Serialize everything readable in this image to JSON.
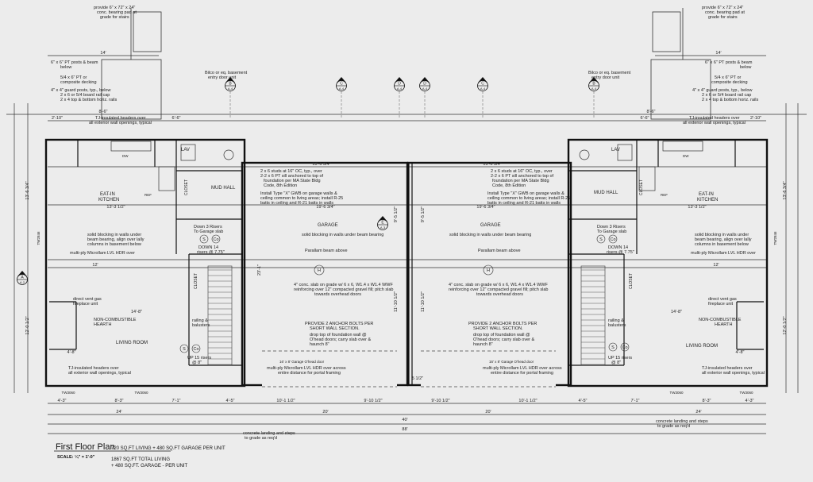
{
  "title_block": {
    "title": "First Floor Plan",
    "area_per_unit": "720 SQ.FT LIVING + 480 SQ.FT GARAGE PER UNIT",
    "scale": "SCALE: ¼\" = 1'-0\"",
    "total_line1": "1867 SQ.FT TOTAL LIVING",
    "total_line2": "+ 480 SQ.FT. GARAGE - PER UNIT"
  },
  "rooms": {
    "kitchen_l1": "EAT-IN",
    "kitchen_l2": "KITCHEN",
    "living": "LIVING ROOM",
    "garage": "GARAGE",
    "mud_hall": "MUD HALL",
    "lav": "LAV",
    "closet": "CLOSET",
    "dw": "DW",
    "ref": "REF"
  },
  "notes": {
    "stair_pad": [
      "provide 6\" x 72\" x 24\"",
      "conc. bearing pad at",
      "grade for stairs"
    ],
    "posts_beam": [
      "6\" x 6\" PT posts & beam",
      "below"
    ],
    "decking": [
      "5/4 x 6\" PT or",
      "composite decking"
    ],
    "guard_posts": [
      "4\" x 4\" guard posts, typ., below",
      "2 x 6 or 5/4 board rail cap",
      "2 x 4 top & bottom horiz. rails"
    ],
    "basement_door": [
      "Bilco or eq. basement",
      "entry door unit"
    ],
    "headers": [
      "TJ-insulated headers over",
      "all exterior wall openings, typical"
    ],
    "studs": [
      "2 x 6 studs at 16\" OC, typ., over",
      "2-2 x 6 PT sill anchored to top of",
      "foundation per MA State Bldg",
      "Code, 8th Edition"
    ],
    "drywall": [
      "Install Type \"X\" GWB on garage walls &",
      "ceiling common to living areas; install R-25",
      "batts in ceiling and R-21 batts in walls"
    ],
    "down_garage": [
      "Down 3 Risers",
      "To Garage slab"
    ],
    "blocking_basement": [
      "solid blocking in walls under",
      "beam bearing, align over lally",
      "columns in basement below"
    ],
    "lvl_over": "multi-ply Microllam LVL HDR over",
    "blocking_beam": "solid blocking in walls under beam bearing",
    "parallam": "Parallam beam above",
    "slab": [
      "4\" conc. slab on grade w/ 6 x 6, W1.4 x W1.4 WWF",
      "reinforcing over 12\" compacted gravel fill; pitch slab",
      "towards overhead doors"
    ],
    "anchor_bolts": [
      "PROVIDE 2 ANCHOR BOLTS PER",
      "SHORT WALL SECTION."
    ],
    "foundation_drop": [
      "drop top of foundation wall @",
      "O'head doors; carry slab over &",
      "haunch 8\""
    ],
    "door_size": "16' x 8' Garage O'head door",
    "portal": [
      "multi-ply Microllam LVL HDR over across",
      "entire distance for portal framing"
    ],
    "fireplace": [
      "direct vent gas",
      "fireplace unit"
    ],
    "hearth": [
      "NON-COMBUSTIBLE",
      "HEARTH"
    ],
    "railing": [
      "railing &",
      "balusters"
    ],
    "up_risers": [
      "UP 15 risers",
      "@ 8\""
    ],
    "down_risers": [
      "DOWN 14",
      "risers @ 7.75\""
    ],
    "landing": [
      "concrete landing and steps",
      "to grade as req'd"
    ]
  },
  "symbols": {
    "smoke": "S",
    "co": "Co",
    "heat": "H",
    "markers": [
      "A-4",
      "A-4",
      "A-4",
      "A-4",
      "A-4",
      "A-4",
      "A-3",
      "A-2"
    ],
    "marker_letters": [
      "B",
      "C",
      "D",
      "D",
      "C",
      "B",
      "E",
      "A"
    ]
  },
  "dims": {
    "overall": "88'",
    "unit_w": "40'",
    "garage_w": "20'",
    "unit_living_w": "24'",
    "d1": "4'-3\"",
    "d2": "8'-3\"",
    "d3": "7'-1\"",
    "d4": "4'-5\"",
    "d5": "10'-1 1/2\"",
    "d6": "9'-10 1/2\"",
    "d7": "14'",
    "d8": "8'-6\"",
    "d9": "2'-10\"",
    "d10": "6'-6\"",
    "d11": "19'-6 3/4\"",
    "d12": "13'-3 1/2\"",
    "d13": "13'-6 3/4\"",
    "d14": "12'",
    "d15": "14'-8\"",
    "d16": "11'-10 1/2\"",
    "d17": "9'-5 1/2\"",
    "d18": "4'-8\"",
    "d19": "5 1/2\"",
    "d20": "23'-1\"",
    "d21": "12'-0 1/2\"",
    "d22": "TW3060",
    "d23": "TW2846"
  }
}
